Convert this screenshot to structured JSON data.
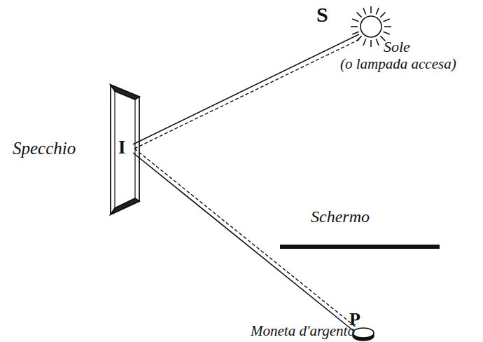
{
  "diagram": {
    "labels": [
      "S",
      "Sole",
      "(o lampada accesa)",
      "Specchio",
      "I",
      "Schermo",
      "P",
      "Moneta d'argento"
    ]
  }
}
